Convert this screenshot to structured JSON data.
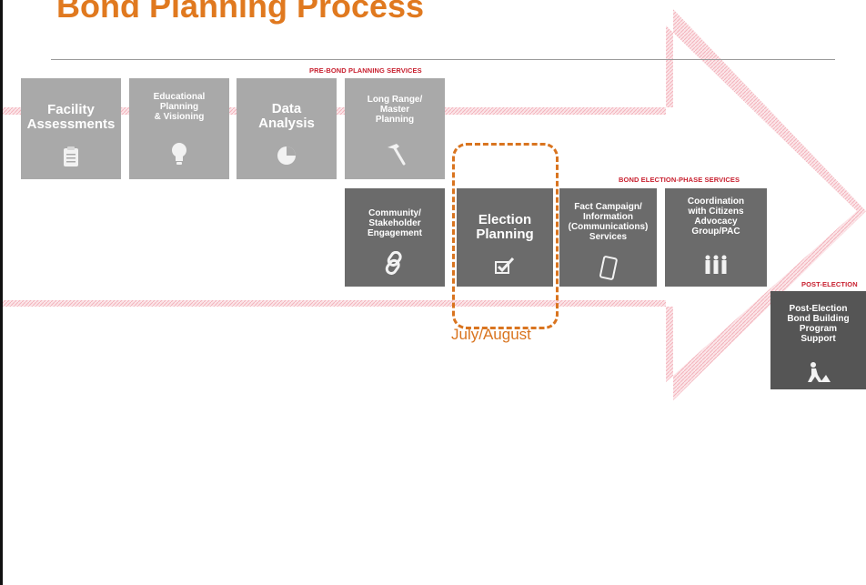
{
  "title": "Bond Planning Process",
  "sections": {
    "pre_bond": "PRE-BOND PLANNING SERVICES",
    "election_phase": "BOND ELECTION-PHASE SERVICES",
    "post_election": "POST-ELECTION"
  },
  "tiles": {
    "facility": "Facility\nAssessments",
    "educational": "Educational\nPlanning\n& Visioning",
    "data": "Data\nAnalysis",
    "long_range": "Long Range/\nMaster\nPlanning",
    "community": "Community/\nStakeholder\nEngagement",
    "election": "Election\nPlanning",
    "fact_campaign": "Fact Campaign/\nInformation\n(Communications)\nServices",
    "coordination": "Coordination\nwith Citizens\nAdvocacy\nGroup/PAC",
    "post_election": "Post-Election\nBond Building\nProgram\nSupport"
  },
  "highlight_caption": "July/August",
  "colors": {
    "title": "#e0791f",
    "highlight": "#d9741f",
    "section_label": "#c8202f",
    "arrow_pattern": "#f4b6bf",
    "tile_light": "#a9a9a9",
    "tile_dark": "#6b6b6b",
    "tile_darker": "#555555"
  },
  "icons": [
    "clipboard-icon",
    "lightbulb-icon",
    "pie-chart-icon",
    "hammer-icon",
    "link-icon",
    "checkbox-icon",
    "tablet-icon",
    "people-icon",
    "worker-icon"
  ]
}
